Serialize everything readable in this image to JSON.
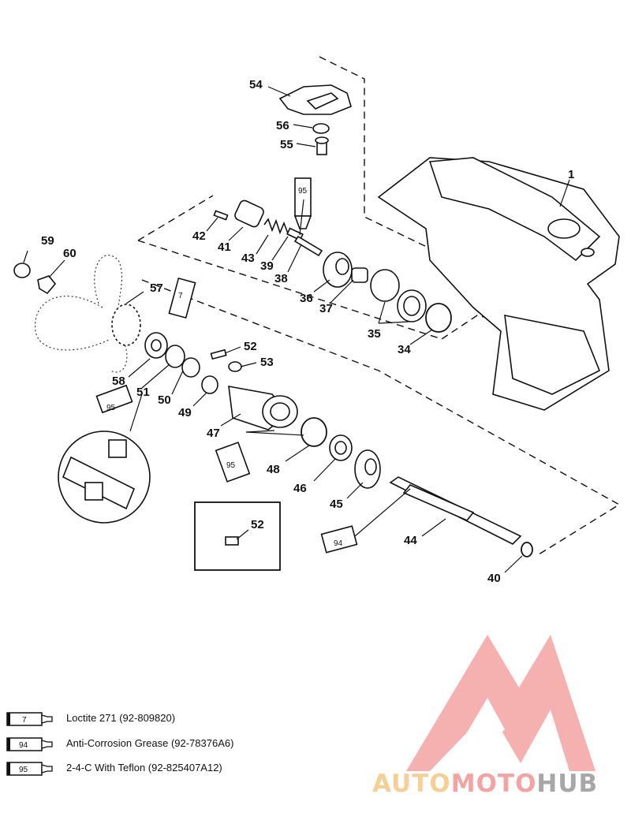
{
  "callouts": [
    "1",
    "54",
    "56",
    "55",
    "42",
    "41",
    "43",
    "39",
    "38",
    "36",
    "37",
    "35",
    "34",
    "59",
    "60",
    "57",
    "58",
    "51",
    "50",
    "49",
    "52",
    "53",
    "47",
    "48",
    "46",
    "45",
    "44",
    "40",
    "52"
  ],
  "tube_numbers": [
    "95",
    "7",
    "95",
    "95",
    "94"
  ],
  "legend": [
    {
      "code": "7",
      "text": "Loctite 271 (92-809820)"
    },
    {
      "code": "94",
      "text": "Anti-Corrosion Grease (92-78376A6)"
    },
    {
      "code": "95",
      "text": "2-4-C  With Teflon (92-825407A12)"
    }
  ],
  "watermark": {
    "words": [
      "AUTO",
      "MOTO",
      "HUB"
    ],
    "colors": [
      "#f6cf95",
      "#f4a3a3",
      "#a7a7a7"
    ],
    "triangle_color": "#f4a3a3"
  }
}
